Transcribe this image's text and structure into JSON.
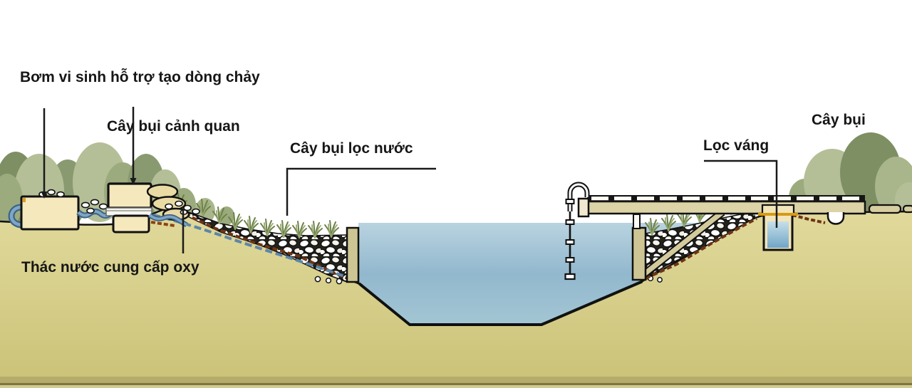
{
  "labels": {
    "microbial_pump": "Bơm vi sinh hỗ trợ tạo dòng chảy",
    "landscape_shrubs": "Cây bụi cảnh quan",
    "water_filter_shrubs": "Cây bụi lọc nước",
    "skimmer": "Lọc váng",
    "shrubs": "Cây bụi",
    "waterfall_oxygen": "Thác nước cung cấp oxy"
  },
  "colors": {
    "background": "#ffffff",
    "ground": "#dbd492",
    "ground_dark_strip": "#b5ac69",
    "water_top": "#b9d3e0",
    "water_deep": "#8fb5cc",
    "foliage_light": "#b4bf97",
    "foliage_mid": "#9cab7e",
    "foliage_dark": "#7e8f63",
    "structure_cream": "#f5e8bc",
    "structure_khaki": "#cdc593",
    "deck_plank": "#dcd3a6",
    "pipe_blue": "#5d86a8",
    "liner_brown": "#6e3414",
    "skimmer_rim_orange": "#d79a12",
    "outline": "#111111",
    "label_text": "#161616"
  }
}
